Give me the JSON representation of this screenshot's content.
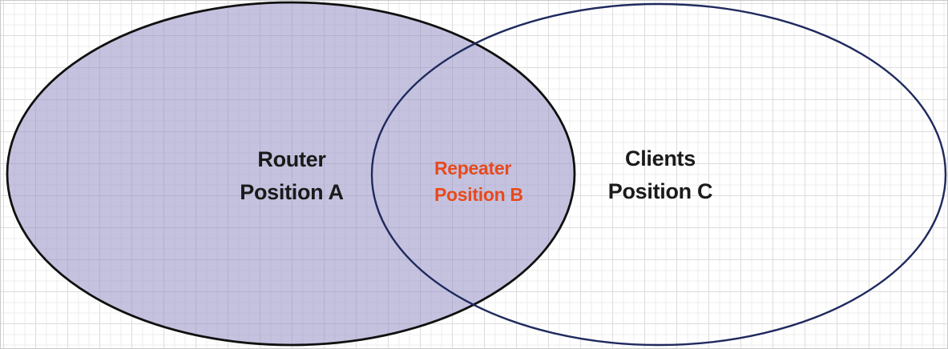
{
  "venn": {
    "left_set": {
      "line1": "Router",
      "line2": "Position A",
      "fill": "rgba(137,134,190,0.5)",
      "stroke_color": "#101010",
      "text_color": "#1a1a1a"
    },
    "right_set": {
      "line1": "Clients",
      "line2": "Position C",
      "fill": "none",
      "stroke_color": "#1f2a5e",
      "text_color": "#1a1a1a"
    },
    "intersection": {
      "line1": "Repeater",
      "line2": "Position B",
      "text_color": "#e8491d"
    },
    "canvas": {
      "background_color": "#ffffff",
      "grid_minor_color": "#ededed",
      "grid_major_color": "#dcdcdc"
    }
  }
}
